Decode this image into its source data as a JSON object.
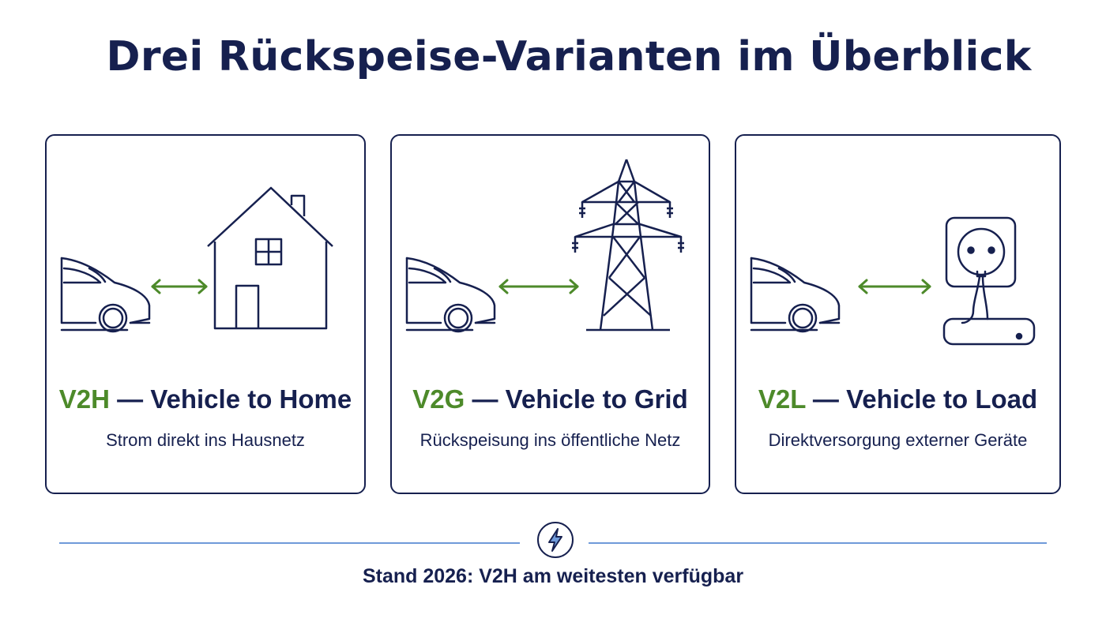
{
  "title": "Drei Rückspeise-Varianten im Überblick",
  "accent_color": "#4d8a2a",
  "line_color": "#16204f",
  "divider_color": "#6f9ad9",
  "cards": [
    {
      "code": "V2H",
      "separator": " — ",
      "name": "Vehicle to Home",
      "description": "Strom direkt ins Hausnetz",
      "icons": [
        "car-icon",
        "double-arrow-icon",
        "house-icon"
      ]
    },
    {
      "code": "V2G",
      "separator": " — ",
      "name": "Vehicle to Grid",
      "description": "Rückspeisung ins öffentliche Netz",
      "icons": [
        "car-icon",
        "double-arrow-icon",
        "power-pylon-icon"
      ]
    },
    {
      "code": "V2L",
      "separator": " — ",
      "name": "Vehicle to Load",
      "description": "Direktversorgung externer Geräte",
      "icons": [
        "car-icon",
        "double-arrow-icon",
        "power-outlet-icon"
      ]
    }
  ],
  "footer": {
    "icon": "lightning-bolt-icon",
    "text": "Stand 2026: V2H am weitesten verfügbar"
  }
}
